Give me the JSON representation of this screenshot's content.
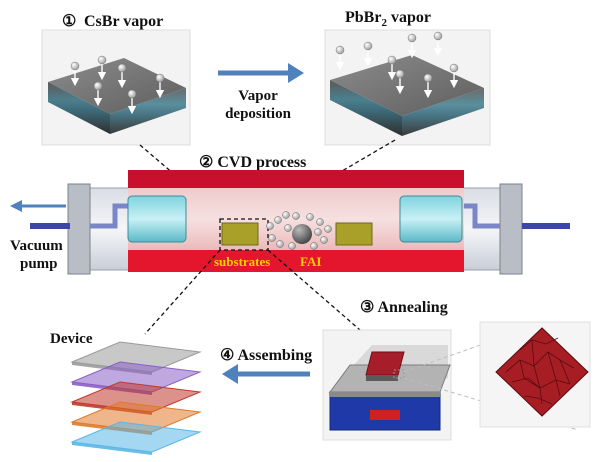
{
  "labels": {
    "step1_num": "①",
    "step1_title": "CsBr vapor",
    "step1b_title_main": "PbBr",
    "step1b_title_sub": "2",
    "step1b_title_tail": " vapor",
    "vapor_deposition_line1": "Vapor",
    "vapor_deposition_line2": "deposition",
    "step2": "② CVD process",
    "vacuum_line1": "Vacuum",
    "vacuum_line2": "pump",
    "substrates": "substrates",
    "fai": "FAI",
    "step3": "③ Annealing",
    "device": "Device",
    "step4": "④ Assembing"
  },
  "colors": {
    "arrow_blue": "#4f81bd",
    "furnace_red": "#c8102e",
    "tube_glass": "#e6e9ee",
    "film_red": "#a61d24",
    "hotplate_blue": "#1f3aa8",
    "label_yellow": "#ffd000"
  },
  "device_layers": [
    "#9a9a9a",
    "#8a5fc4",
    "#c0392b",
    "#e07a2a",
    "#59b7e6"
  ]
}
